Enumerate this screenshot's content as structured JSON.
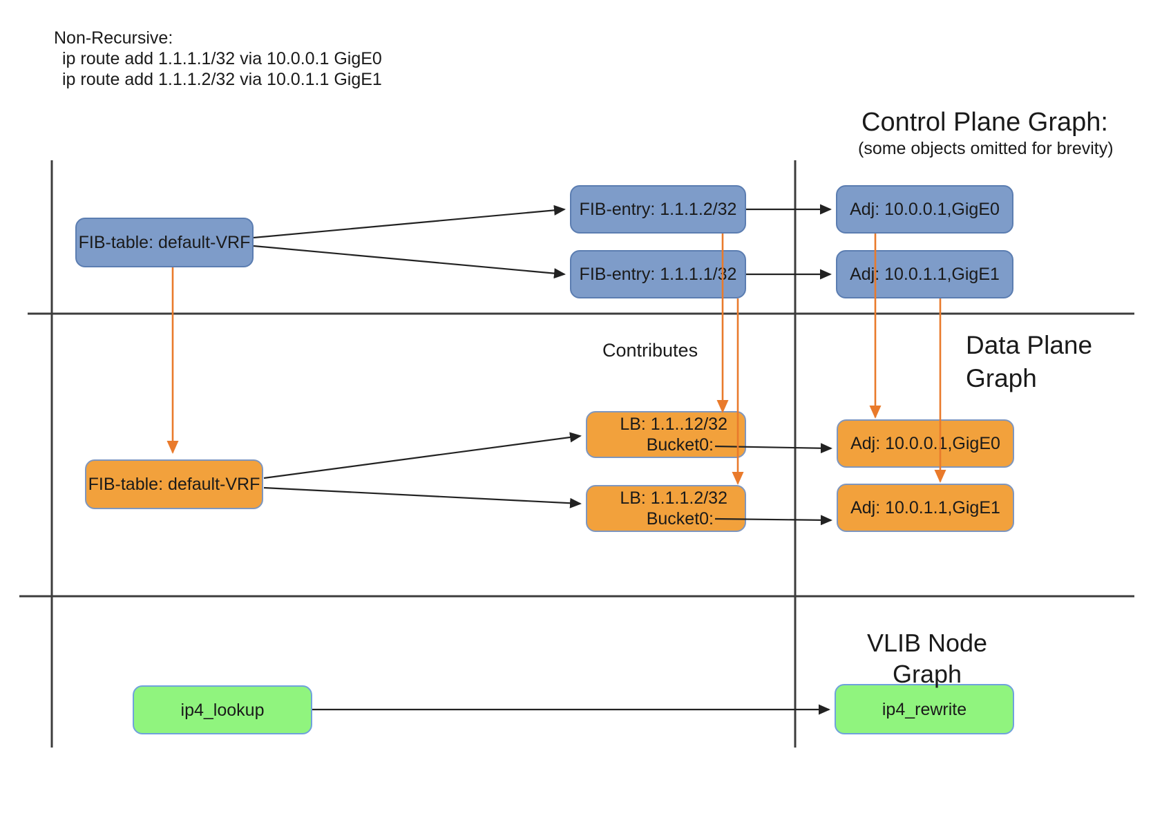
{
  "annotation": {
    "title": "Non-Recursive:",
    "lines": [
      "ip route add 1.1.1.1/32 via 10.0.0.1 GigE0",
      "ip route add 1.1.1.2/32 via 10.0.1.1 GigE1"
    ]
  },
  "sections": {
    "control_plane": {
      "title": "Control Plane Graph:",
      "subtitle": "(some objects omitted for brevity)"
    },
    "data_plane": {
      "title": "Data Plane Graph",
      "contributes_label": "Contributes"
    },
    "vlib": {
      "title": "VLIB Node Graph"
    }
  },
  "nodes": {
    "cp_fib_table": {
      "label": "FIB-table: default-VRF"
    },
    "cp_fib_entry_2": {
      "label": "FIB-entry: 1.1.1.2/32"
    },
    "cp_fib_entry_1": {
      "label": "FIB-entry: 1.1.1.1/32"
    },
    "cp_adj_0": {
      "label": "Adj: 10.0.0.1,GigE0"
    },
    "cp_adj_1": {
      "label": "Adj: 10.0.1.1,GigE1"
    },
    "dp_fib_table": {
      "label": "FIB-table: default-VRF"
    },
    "dp_lb_1": {
      "line1": "LB: 1.1..12/32",
      "line2": "Bucket0:"
    },
    "dp_lb_2": {
      "line1": "LB: 1.1.1.2/32",
      "line2": "Bucket0:"
    },
    "dp_adj_0": {
      "label": "Adj: 10.0.0.1,GigE0"
    },
    "dp_adj_1": {
      "label": "Adj: 10.0.1.1,GigE1"
    },
    "vlib_ip4_lookup": {
      "label": "ip4_lookup"
    },
    "vlib_ip4_rewrite": {
      "label": "ip4_rewrite"
    }
  },
  "colors": {
    "node_blue_fill": "#7E9CC9",
    "node_blue_border": "#5B7DB1",
    "node_orange_fill": "#F2A13C",
    "node_orange_border": "#7E96BE",
    "node_green_fill": "#90F47E",
    "node_green_border": "#6FA1DC",
    "arrow_orange": "#E97A2B",
    "connector_black": "#222222",
    "divider_gray": "#3C3C3C",
    "text_black": "#1A1A1A",
    "background": "#FFFFFF"
  }
}
